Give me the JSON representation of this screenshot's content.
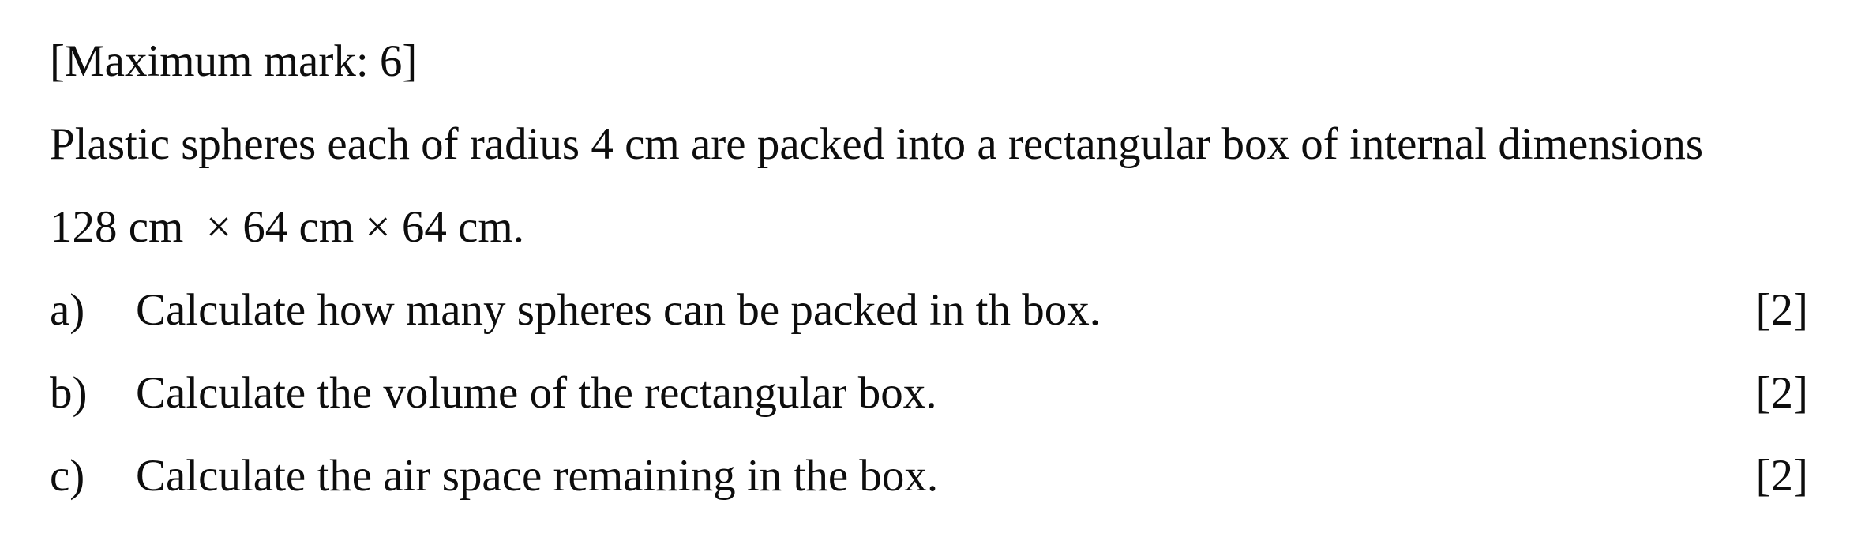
{
  "document": {
    "max_mark": "[Maximum mark: 6]",
    "intro_line1": "Plastic spheres each of radius 4 cm are packed into a rectangular box of internal dimensions",
    "intro_line2": "128 cm  × 64 cm × 64 cm.",
    "questions": [
      {
        "label": "a)",
        "text": "Calculate how many spheres can be packed in th box.",
        "marks": "[2]"
      },
      {
        "label": "b)",
        "text": "Calculate the volume of the rectangular box.",
        "marks": "[2]"
      },
      {
        "label": "c)",
        "text": "Calculate the air space remaining in the box.",
        "marks": "[2]"
      }
    ],
    "text_color": "#0d0d0d",
    "background_color": "#ffffff"
  }
}
